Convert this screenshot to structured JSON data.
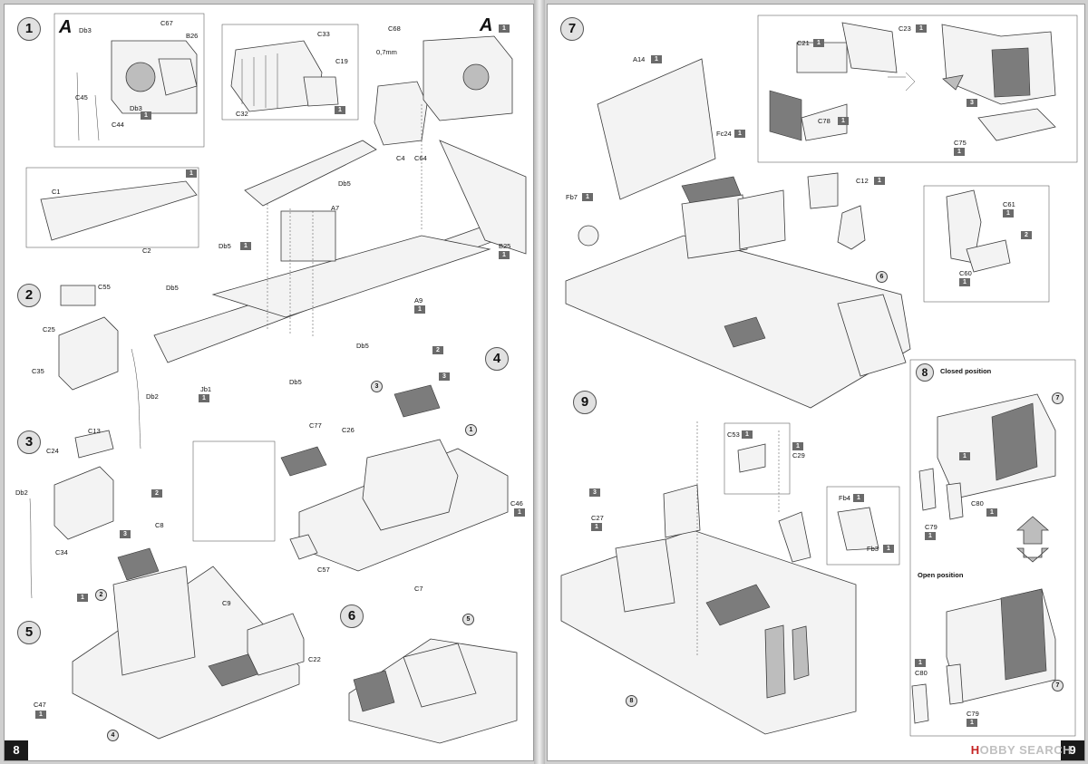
{
  "left_page": {
    "page_number": "8",
    "steps": [
      {
        "id": "s1",
        "number": "1",
        "labels": [
          {
            "text": "Db3"
          },
          {
            "text": "C67"
          },
          {
            "text": "B26"
          },
          {
            "text": "C45"
          },
          {
            "text": "Db3"
          },
          {
            "text": "C44"
          },
          {
            "text": "C33"
          },
          {
            "text": "C19"
          },
          {
            "text": "C32"
          },
          {
            "text": "C68"
          },
          {
            "text": "0,7mm"
          },
          {
            "text": "C4"
          },
          {
            "text": "C64"
          },
          {
            "text": "Db5"
          },
          {
            "text": "A7"
          },
          {
            "text": "C1"
          },
          {
            "text": "C2"
          },
          {
            "text": "Db5"
          },
          {
            "text": "Db5"
          },
          {
            "text": "B25"
          },
          {
            "text": "A9"
          },
          {
            "text": "Db5"
          },
          {
            "text": "Db5"
          },
          {
            "text": "Jb1"
          }
        ]
      },
      {
        "id": "s2",
        "number": "2",
        "labels": [
          {
            "text": "C55"
          },
          {
            "text": "C25"
          },
          {
            "text": "C35"
          },
          {
            "text": "Db2"
          }
        ]
      },
      {
        "id": "s3",
        "number": "3",
        "labels": [
          {
            "text": "C13"
          },
          {
            "text": "C24"
          },
          {
            "text": "Db2"
          },
          {
            "text": "C34"
          }
        ]
      },
      {
        "id": "s4",
        "number": "4",
        "labels": [
          {
            "text": "C77"
          },
          {
            "text": "C26"
          },
          {
            "text": "C46"
          },
          {
            "text": "C57"
          }
        ]
      },
      {
        "id": "s5",
        "number": "5",
        "labels": [
          {
            "text": "C8"
          },
          {
            "text": "C9"
          },
          {
            "text": "C22"
          },
          {
            "text": "C47"
          }
        ]
      },
      {
        "id": "s6",
        "number": "6",
        "labels": [
          {
            "text": "C7"
          }
        ]
      }
    ],
    "inset_letter": "A",
    "sprue_badges": [
      "1",
      "2",
      "3"
    ]
  },
  "right_page": {
    "page_number": "9",
    "steps": [
      {
        "id": "s7",
        "number": "7",
        "labels": [
          {
            "text": "A14"
          },
          {
            "text": "C21"
          },
          {
            "text": "C23"
          },
          {
            "text": "C78"
          },
          {
            "text": "Fc24"
          },
          {
            "text": "C75"
          },
          {
            "text": "C12"
          },
          {
            "text": "Fb7"
          },
          {
            "text": "C61"
          },
          {
            "text": "C60"
          }
        ]
      },
      {
        "id": "s8",
        "number": "8",
        "labels": [
          {
            "text": "C80"
          },
          {
            "text": "C79"
          },
          {
            "text": "C80"
          },
          {
            "text": "C79"
          }
        ],
        "closed_title": "Closed position",
        "open_title": "Open position"
      },
      {
        "id": "s9",
        "number": "9",
        "labels": [
          {
            "text": "C53"
          },
          {
            "text": "C29"
          },
          {
            "text": "C27"
          },
          {
            "text": "Fb4"
          },
          {
            "text": "Fb3"
          }
        ]
      }
    ]
  },
  "watermark": {
    "brand_h": "H",
    "brand_rest": "OBBY SEARCH"
  },
  "colors": {
    "badge": "#6a6a6a",
    "page": "#ffffff",
    "spine": "#b8b8b8"
  }
}
